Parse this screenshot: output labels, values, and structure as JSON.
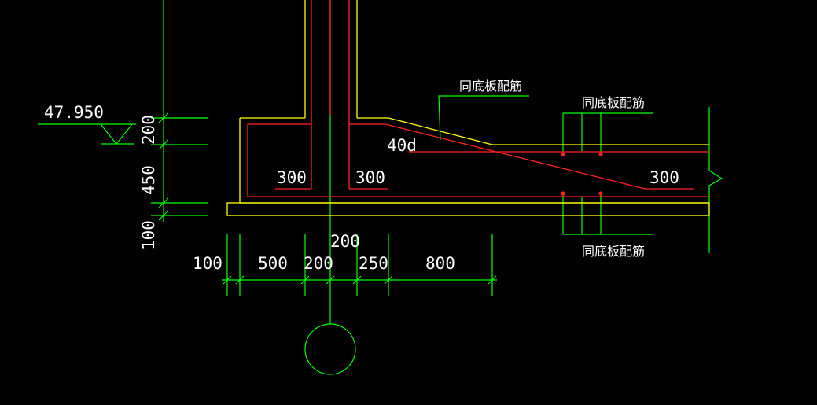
{
  "elevation": {
    "label": "47.950"
  },
  "vertical_dims": {
    "d1": "200",
    "d2": "450",
    "d3": "100"
  },
  "rebar_labels": {
    "anchor": "40d",
    "ext_left": "300",
    "ext_mid": "300",
    "ext_right": "300"
  },
  "notes": {
    "top_left": "同底板配筋",
    "top_right": "同底板配筋",
    "bottom_right": "同底板配筋"
  },
  "horizontal_dims": {
    "d1": "100",
    "d2": "500",
    "d3": "200",
    "d4": "250",
    "d5": "800",
    "above": "200"
  },
  "colors": {
    "green": "#00ff00",
    "yellow": "#ffff00",
    "red": "#ff2020",
    "white": "#ffffff"
  }
}
